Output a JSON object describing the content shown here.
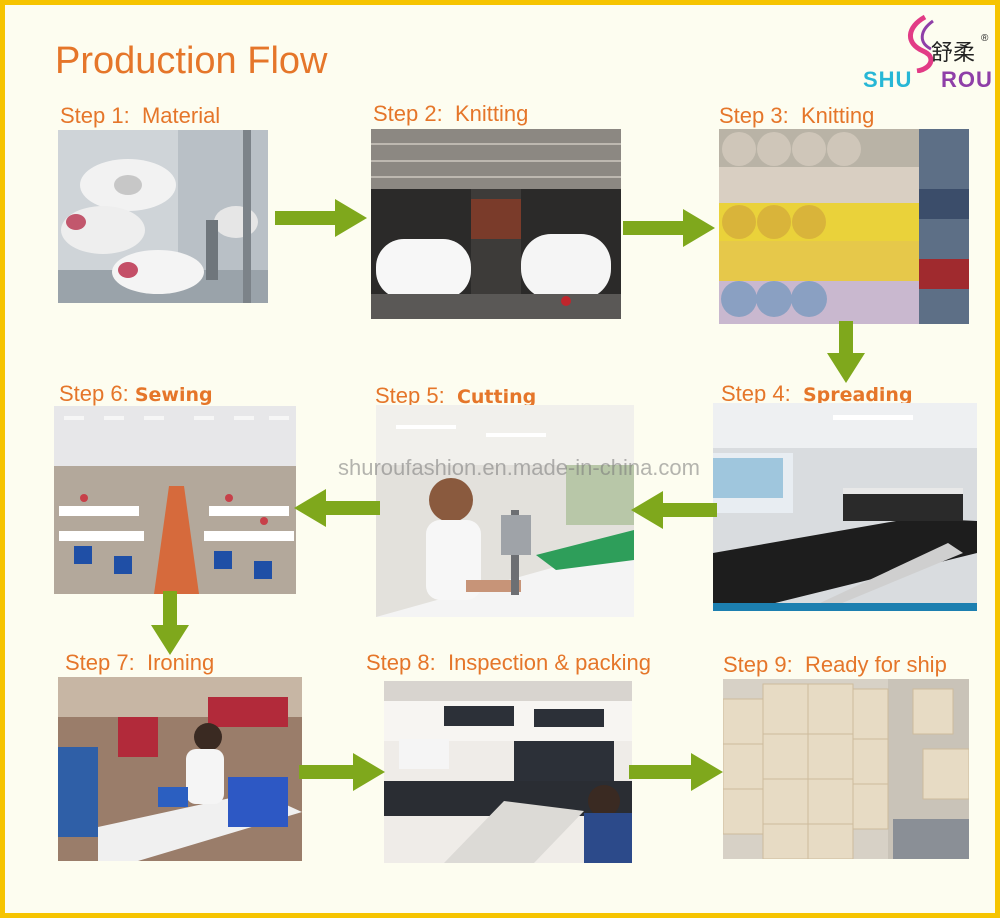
{
  "title": "Production Flow",
  "logo": {
    "chinese": "舒柔",
    "registered": "®",
    "latin_left": "SHU",
    "latin_right": "ROU"
  },
  "watermark": "shuroufashion.en.made-in-china.com",
  "steps": [
    {
      "prefix": "Step 1:",
      "name": "Material",
      "photo": "yarn spools on machine"
    },
    {
      "prefix": "Step 2:",
      "name": "Knitting",
      "photo": "knitting machines"
    },
    {
      "prefix": "Step 3:",
      "name": "Knitting",
      "photo": "stacked fabric rolls"
    },
    {
      "prefix": "Step 4:",
      "name": "Spreading",
      "photo": "fabric spreading table"
    },
    {
      "prefix": "Step 5:",
      "name": "Cutting",
      "photo": "worker cutting fabric"
    },
    {
      "prefix": "Step 6:",
      "name": "Sewing",
      "photo": "sewing workshop"
    },
    {
      "prefix": "Step 7:",
      "name": "Ironing",
      "photo": "ironing workers"
    },
    {
      "prefix": "Step 8:",
      "name": "Inspection & packing",
      "photo": "inspection and packing shelves"
    },
    {
      "prefix": "Step 9:",
      "name": "Ready for ship",
      "photo": "stacked cartons"
    }
  ],
  "colors": {
    "label": "#e5762a",
    "arrow": "#7fa81c",
    "border": "#f6c400"
  }
}
